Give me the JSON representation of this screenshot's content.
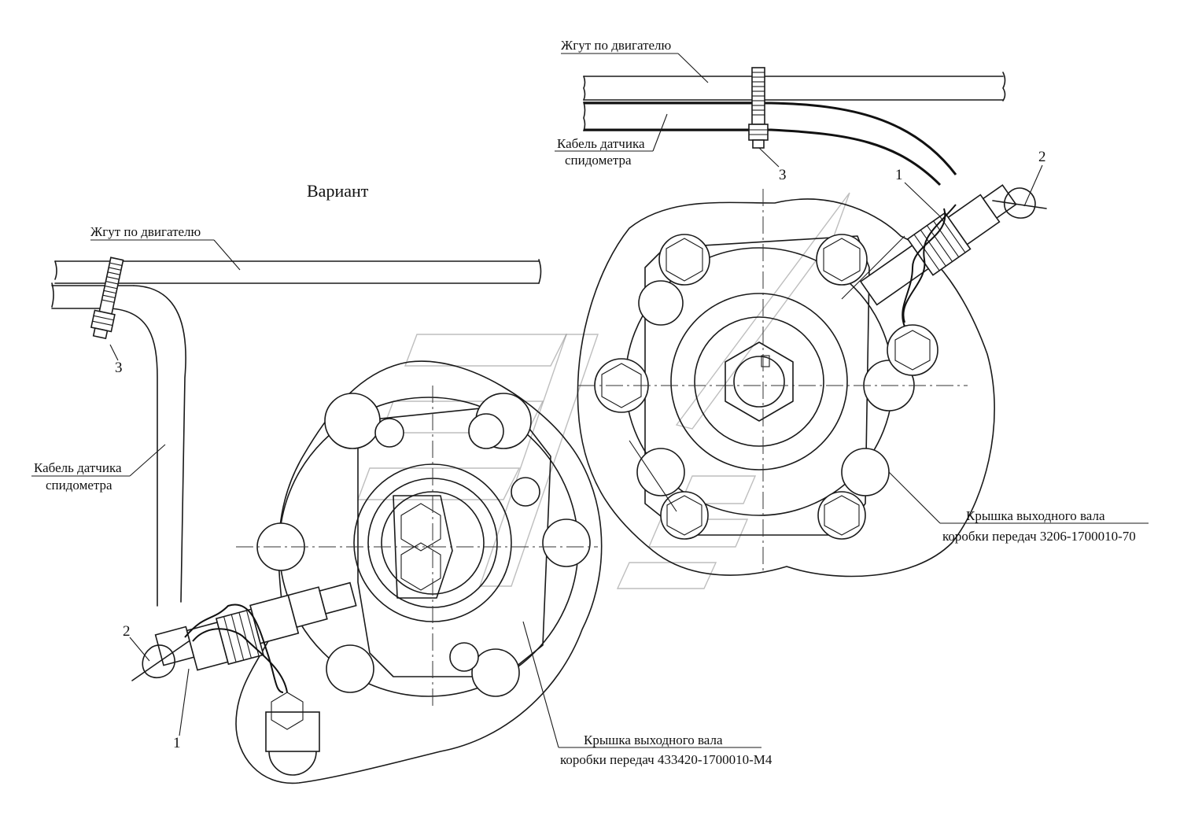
{
  "labels": {
    "variant": "Вариант",
    "harness_top": "Жгут по двигателю",
    "harness_left": "Жгут по двигателю",
    "cable_top_line1": "Кабель датчика",
    "cable_top_line2": "спидометра",
    "cable_left_line1": "Кабель датчика",
    "cable_left_line2": "спидометра",
    "cover_right_line1": "Крышка выходного вала",
    "cover_right_line2": "коробки передач 3206-1700010-70",
    "cover_left_line1": "Крышка выходного вала",
    "cover_left_line2": "коробки передач 433420-1700010-М4"
  },
  "callouts": {
    "top_1": "1",
    "top_2": "2",
    "top_3": "3",
    "left_1": "1",
    "left_2": "2",
    "left_3": "3"
  }
}
